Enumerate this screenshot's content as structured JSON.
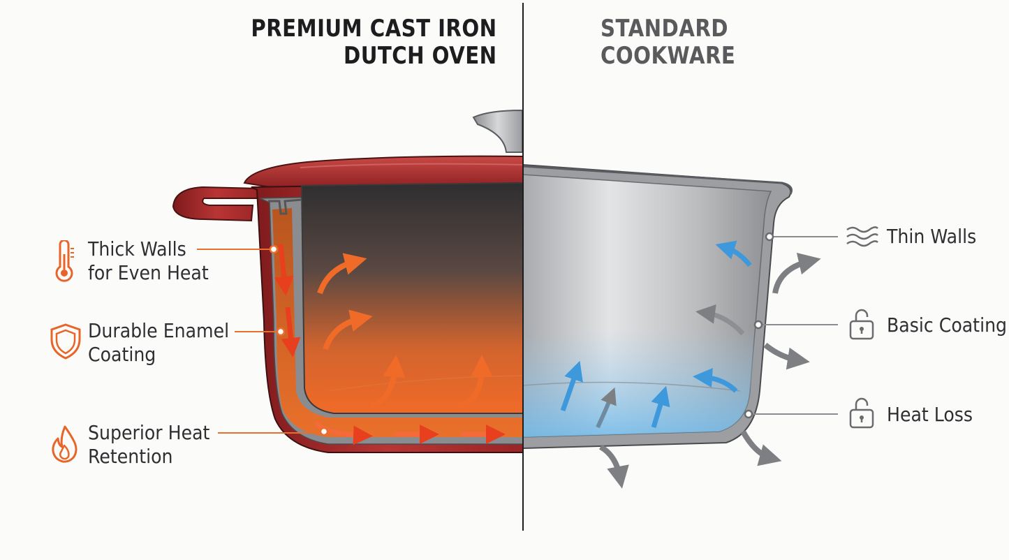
{
  "titles": {
    "left": [
      "PREMIUM CAST IRON",
      "DUTCH OVEN"
    ],
    "right": [
      "STANDARD",
      "COOKWARE"
    ]
  },
  "left_callouts": [
    {
      "lines": [
        "Thick Walls",
        "for Even Heat"
      ],
      "icon": "thermometer-icon"
    },
    {
      "lines": [
        "Durable Enamel",
        "Coating"
      ],
      "icon": "shield-icon"
    },
    {
      "lines": [
        "Superior Heat",
        "Retention"
      ],
      "icon": "flame-icon"
    }
  ],
  "right_callouts": [
    {
      "lines": [
        "Thin Walls"
      ],
      "icon": "heat-waves-icon"
    },
    {
      "lines": [
        "Basic Coating"
      ],
      "icon": "open-lock-icon"
    },
    {
      "lines": [
        "Heat Loss"
      ],
      "icon": "open-lock-icon"
    }
  ],
  "colors": {
    "cast_iron_red": "#a8292a",
    "heat_orange": "#f06a28",
    "steel_gray": "#b8b9bb",
    "cool_blue": "#4aa3e0",
    "loss_gray": "#7d7f82"
  }
}
